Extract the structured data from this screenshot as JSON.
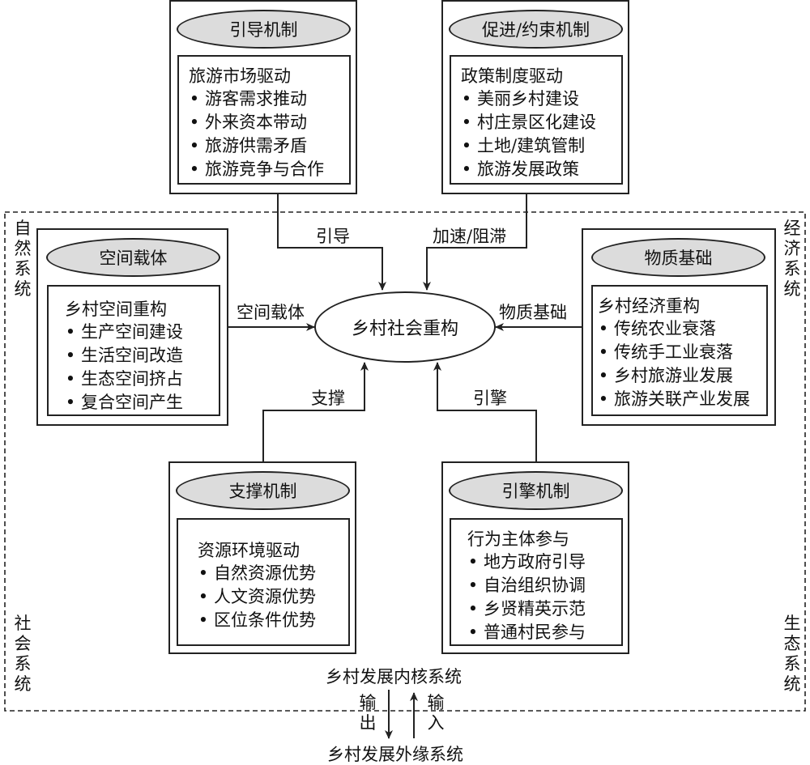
{
  "center": "乡村社会重构",
  "guide": {
    "title": "引导机制",
    "subtitle": "旅游市场驱动",
    "items": [
      "游客需求推动",
      "外来资本带动",
      "旅游供需矛盾",
      "旅游竞争与合作"
    ],
    "arrow_label": "引导"
  },
  "promote": {
    "title": "促进/约束机制",
    "subtitle": "政策制度驱动",
    "items": [
      "美丽乡村建设",
      "村庄景区化建设",
      "土地/建筑管制",
      "旅游发展政策"
    ],
    "arrow_label": "加速/阻滞"
  },
  "space": {
    "title": "空间载体",
    "subtitle": "乡村空间重构",
    "items": [
      "生产空间建设",
      "生活空间改造",
      "生态空间挤占",
      "复合空间产生"
    ],
    "arrow_label": "空间载体"
  },
  "material": {
    "title": "物质基础",
    "subtitle": "乡村经济重构",
    "items": [
      "传统农业衰落",
      "传统手工业衰落",
      "乡村旅游业发展",
      "旅游关联产业发展"
    ],
    "arrow_label": "物质基础"
  },
  "support": {
    "title": "支撑机制",
    "subtitle": "资源环境驱动",
    "items": [
      "自然资源优势",
      "人文资源优势",
      "区位条件优势"
    ],
    "arrow_label": "支撑"
  },
  "engine": {
    "title": "引擎机制",
    "subtitle": "行为主体参与",
    "items": [
      "地方政府引导",
      "自治组织协调",
      "乡贤精英示范",
      "普通村民参与"
    ],
    "arrow_label": "引擎"
  },
  "corners": {
    "top_left": "自然系统",
    "top_right": "经济系统",
    "bottom_left": "社会系统",
    "bottom_right": "生态系统"
  },
  "core_system": "乡村发展内核系统",
  "outer_system": "乡村发展外缘系统",
  "output_label": "输出",
  "input_label": "输入",
  "colors": {
    "pill_fill": "#dcdcdc",
    "line": "#222222"
  }
}
